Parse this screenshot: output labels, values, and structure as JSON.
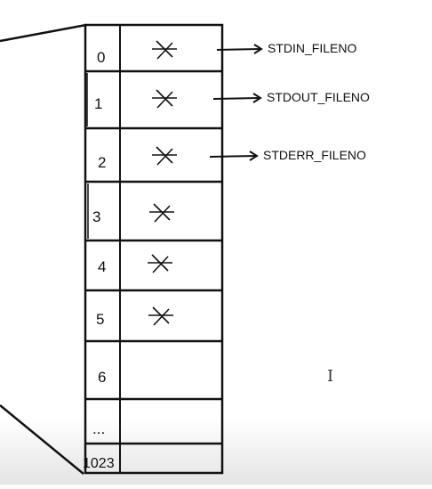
{
  "fd_table": {
    "rows": [
      {
        "index": "0",
        "slot": "x-mark",
        "label": "STDIN_FILENO"
      },
      {
        "index": "1",
        "slot": "x-mark",
        "label": "STDOUT_FILENO"
      },
      {
        "index": "2",
        "slot": "x-mark",
        "label": "STDERR_FILENO"
      },
      {
        "index": "3",
        "slot": "x-mark"
      },
      {
        "index": "4",
        "slot": "x-mark"
      },
      {
        "index": "5",
        "slot": "x-mark"
      },
      {
        "index": "6",
        "slot": "empty"
      },
      {
        "index": "...",
        "slot": "empty"
      },
      {
        "index": "1023",
        "slot": "empty"
      }
    ]
  },
  "cursor_icon": "text-cursor-icon",
  "colors": {
    "ink": "#111111",
    "background": "#ffffff",
    "bottom_shade": "#e8e8e8"
  }
}
